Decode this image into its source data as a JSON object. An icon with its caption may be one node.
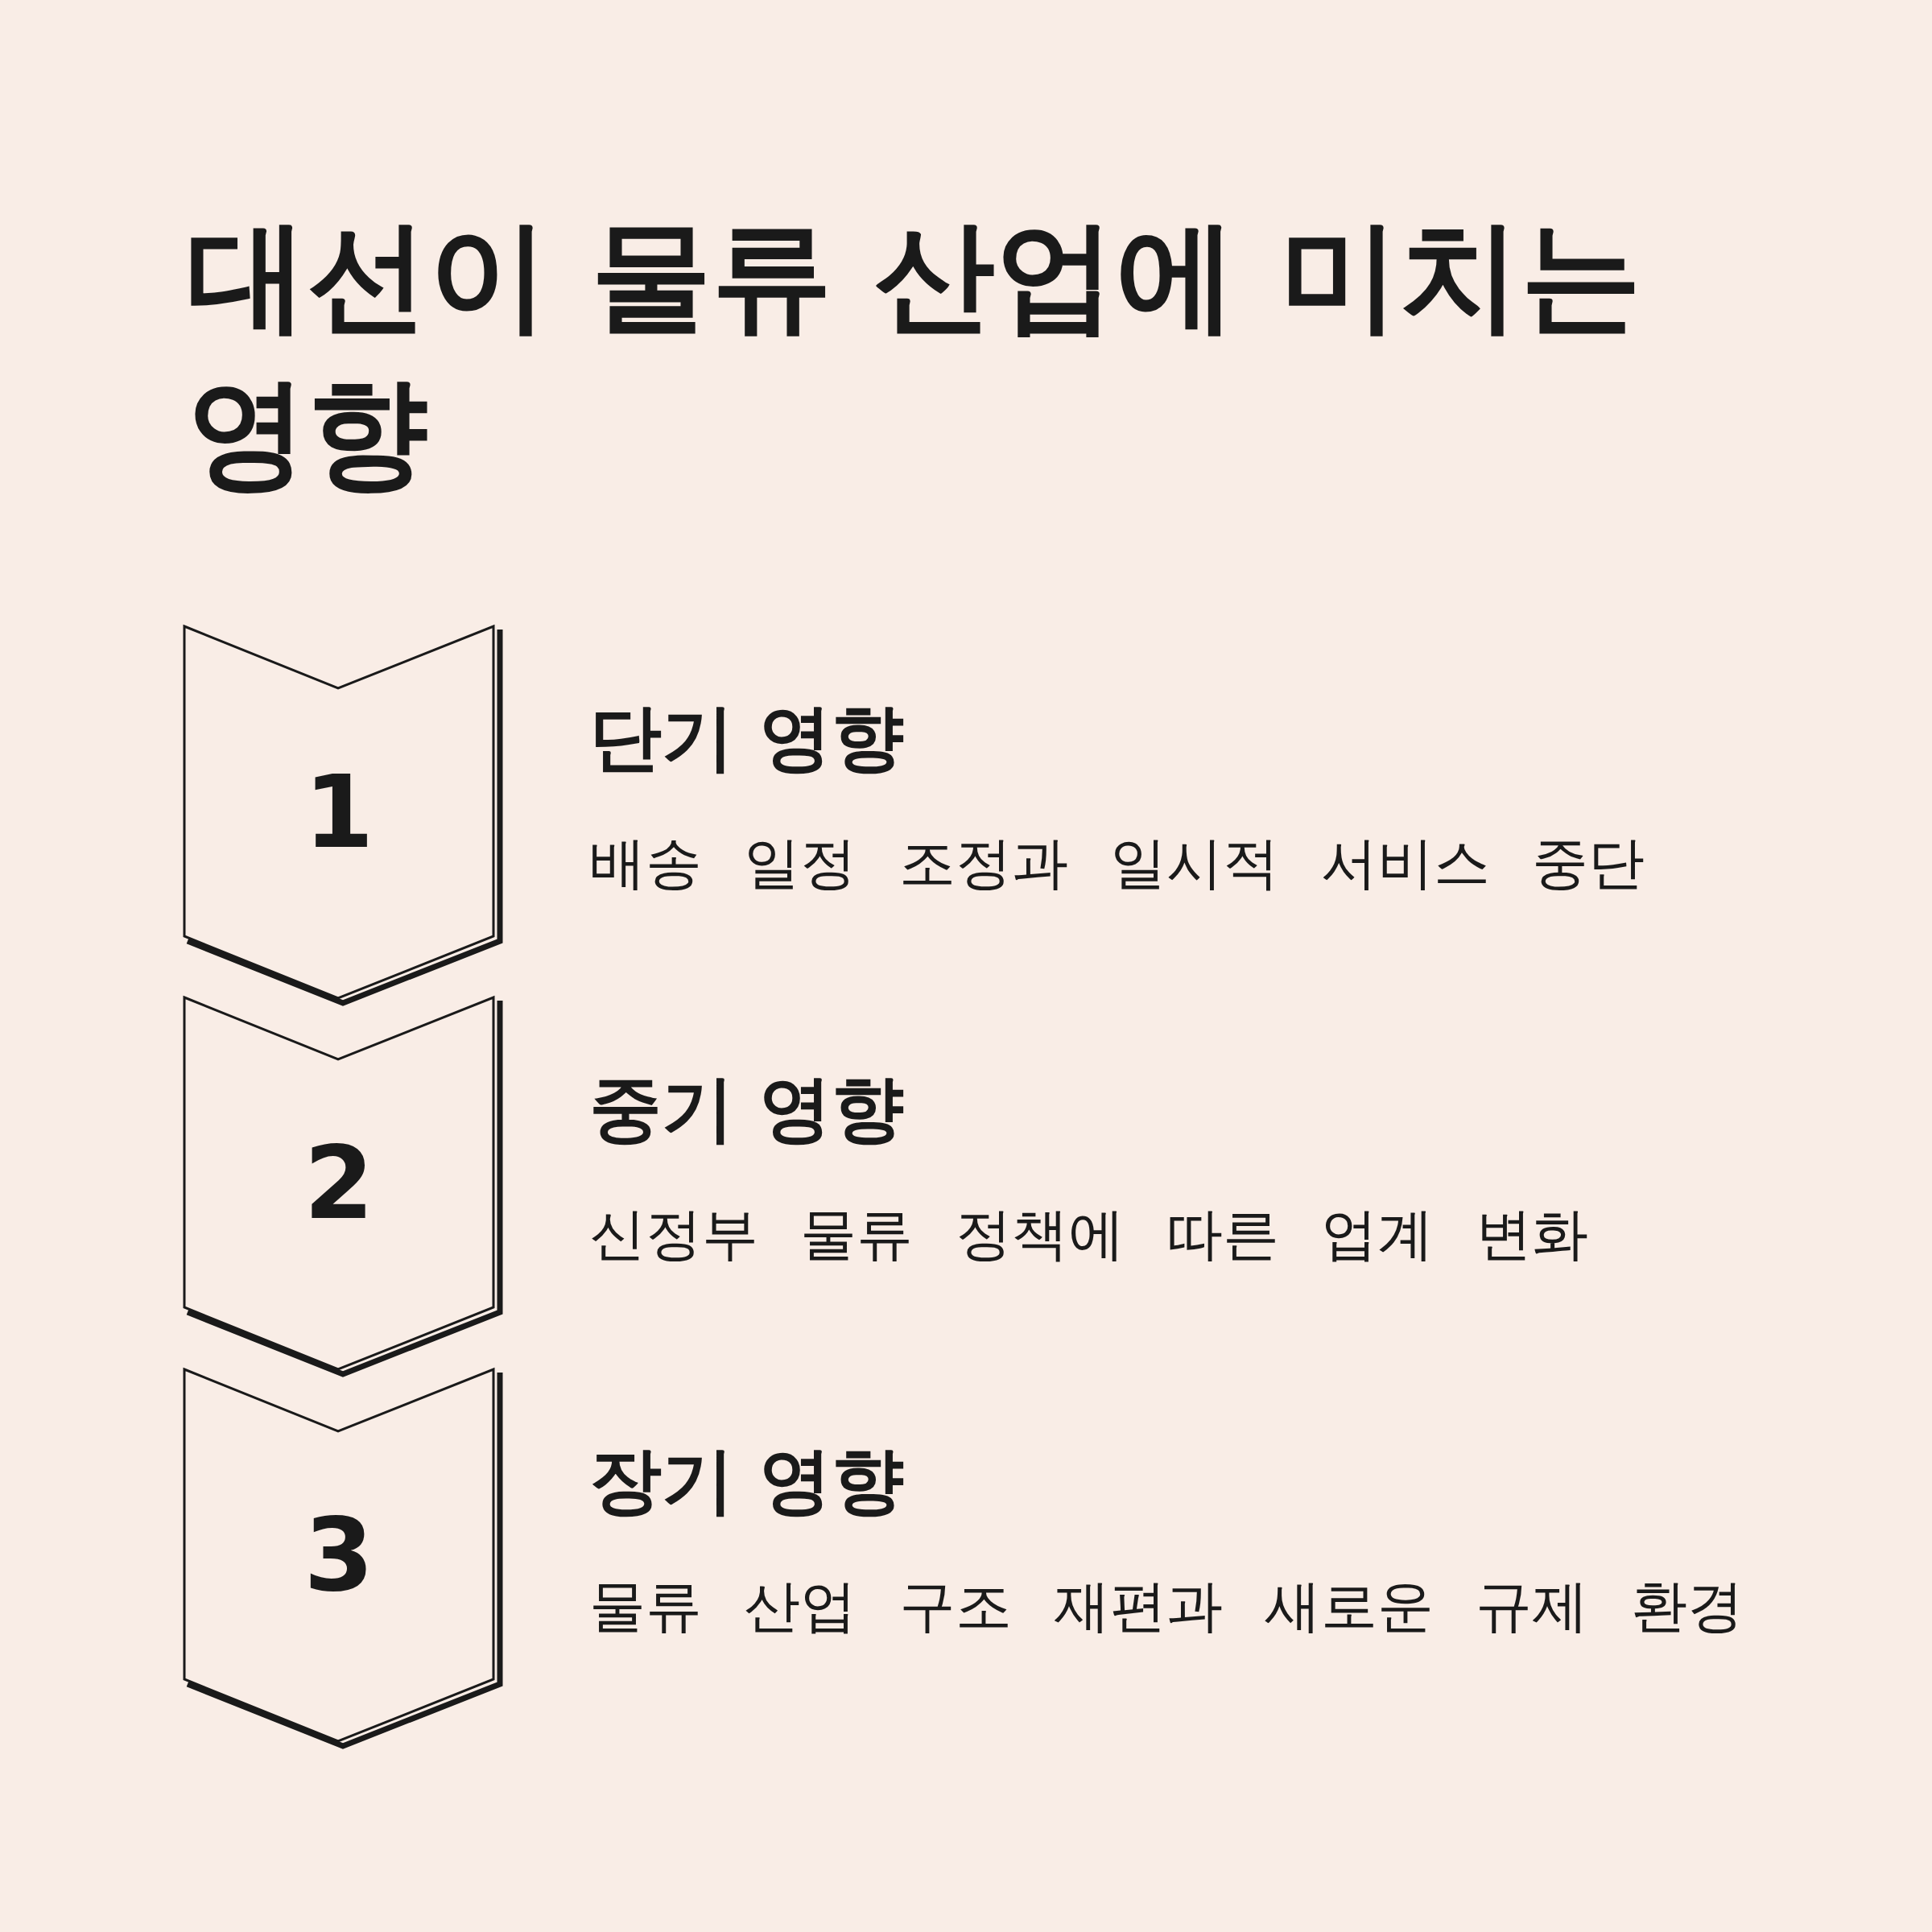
{
  "diagram": {
    "title": "대선이 물류 산업에 미치는 영향",
    "nodes": [
      {
        "text": [
          "1"
        ],
        "beside": [
          "단기 영향",
          "배송 일정 조정과 일시적 서비스 중단"
        ]
      },
      {
        "text": [
          "2"
        ],
        "beside": [
          "중기 영향",
          "신정부 물류 정책에 따른 업계 변화"
        ]
      },
      {
        "text": [
          "3"
        ],
        "beside": [
          "장기 영향",
          "물류 산업 구조 재편과 새로운 규제 환경"
        ]
      }
    ]
  }
}
